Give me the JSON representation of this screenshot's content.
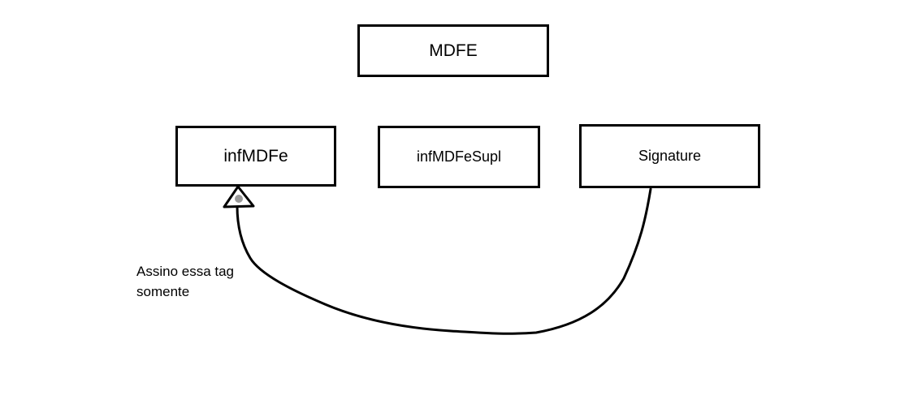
{
  "diagram": {
    "boxes": {
      "root": "MDFE",
      "child_1": "infMDFe",
      "child_2": "infMDFeSupl",
      "child_3": "Signature"
    },
    "annotation": {
      "line_1": "Assino essa tag",
      "line_2": "somente"
    },
    "arrow": {
      "from": "Signature",
      "to": "infMDFe",
      "stroke_color": "#000000",
      "head_fill": "#ffffff",
      "head_dot_color": "#9a9a9a"
    }
  }
}
